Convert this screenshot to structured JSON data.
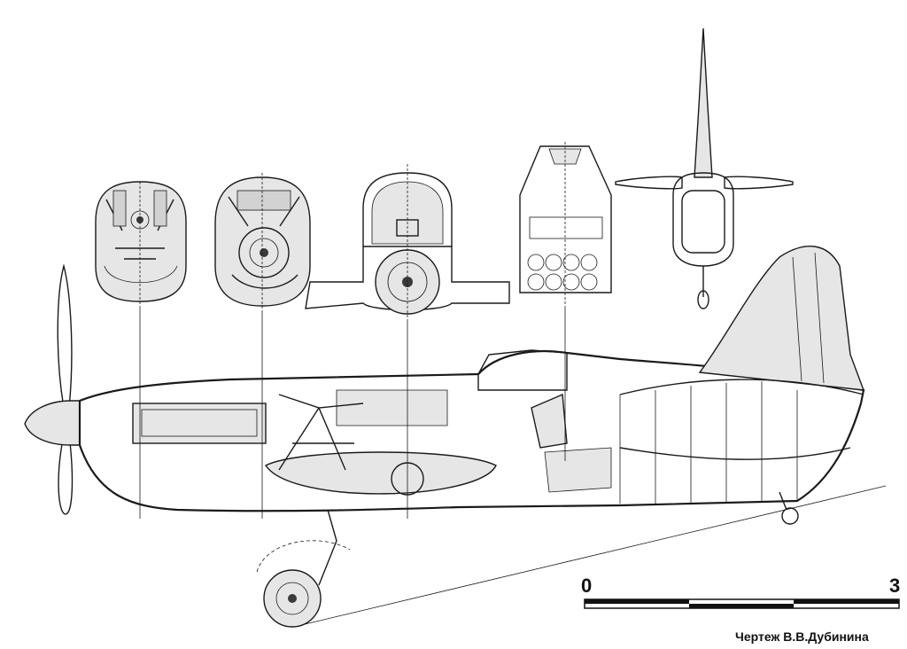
{
  "scale_bar": {
    "start_label": "0",
    "end_label": "3"
  },
  "credit": "Чертеж В.В.Дубинина",
  "colors": {
    "ink": "#1a1a1a",
    "shade": "#e6e6e6",
    "background": "#ffffff"
  }
}
